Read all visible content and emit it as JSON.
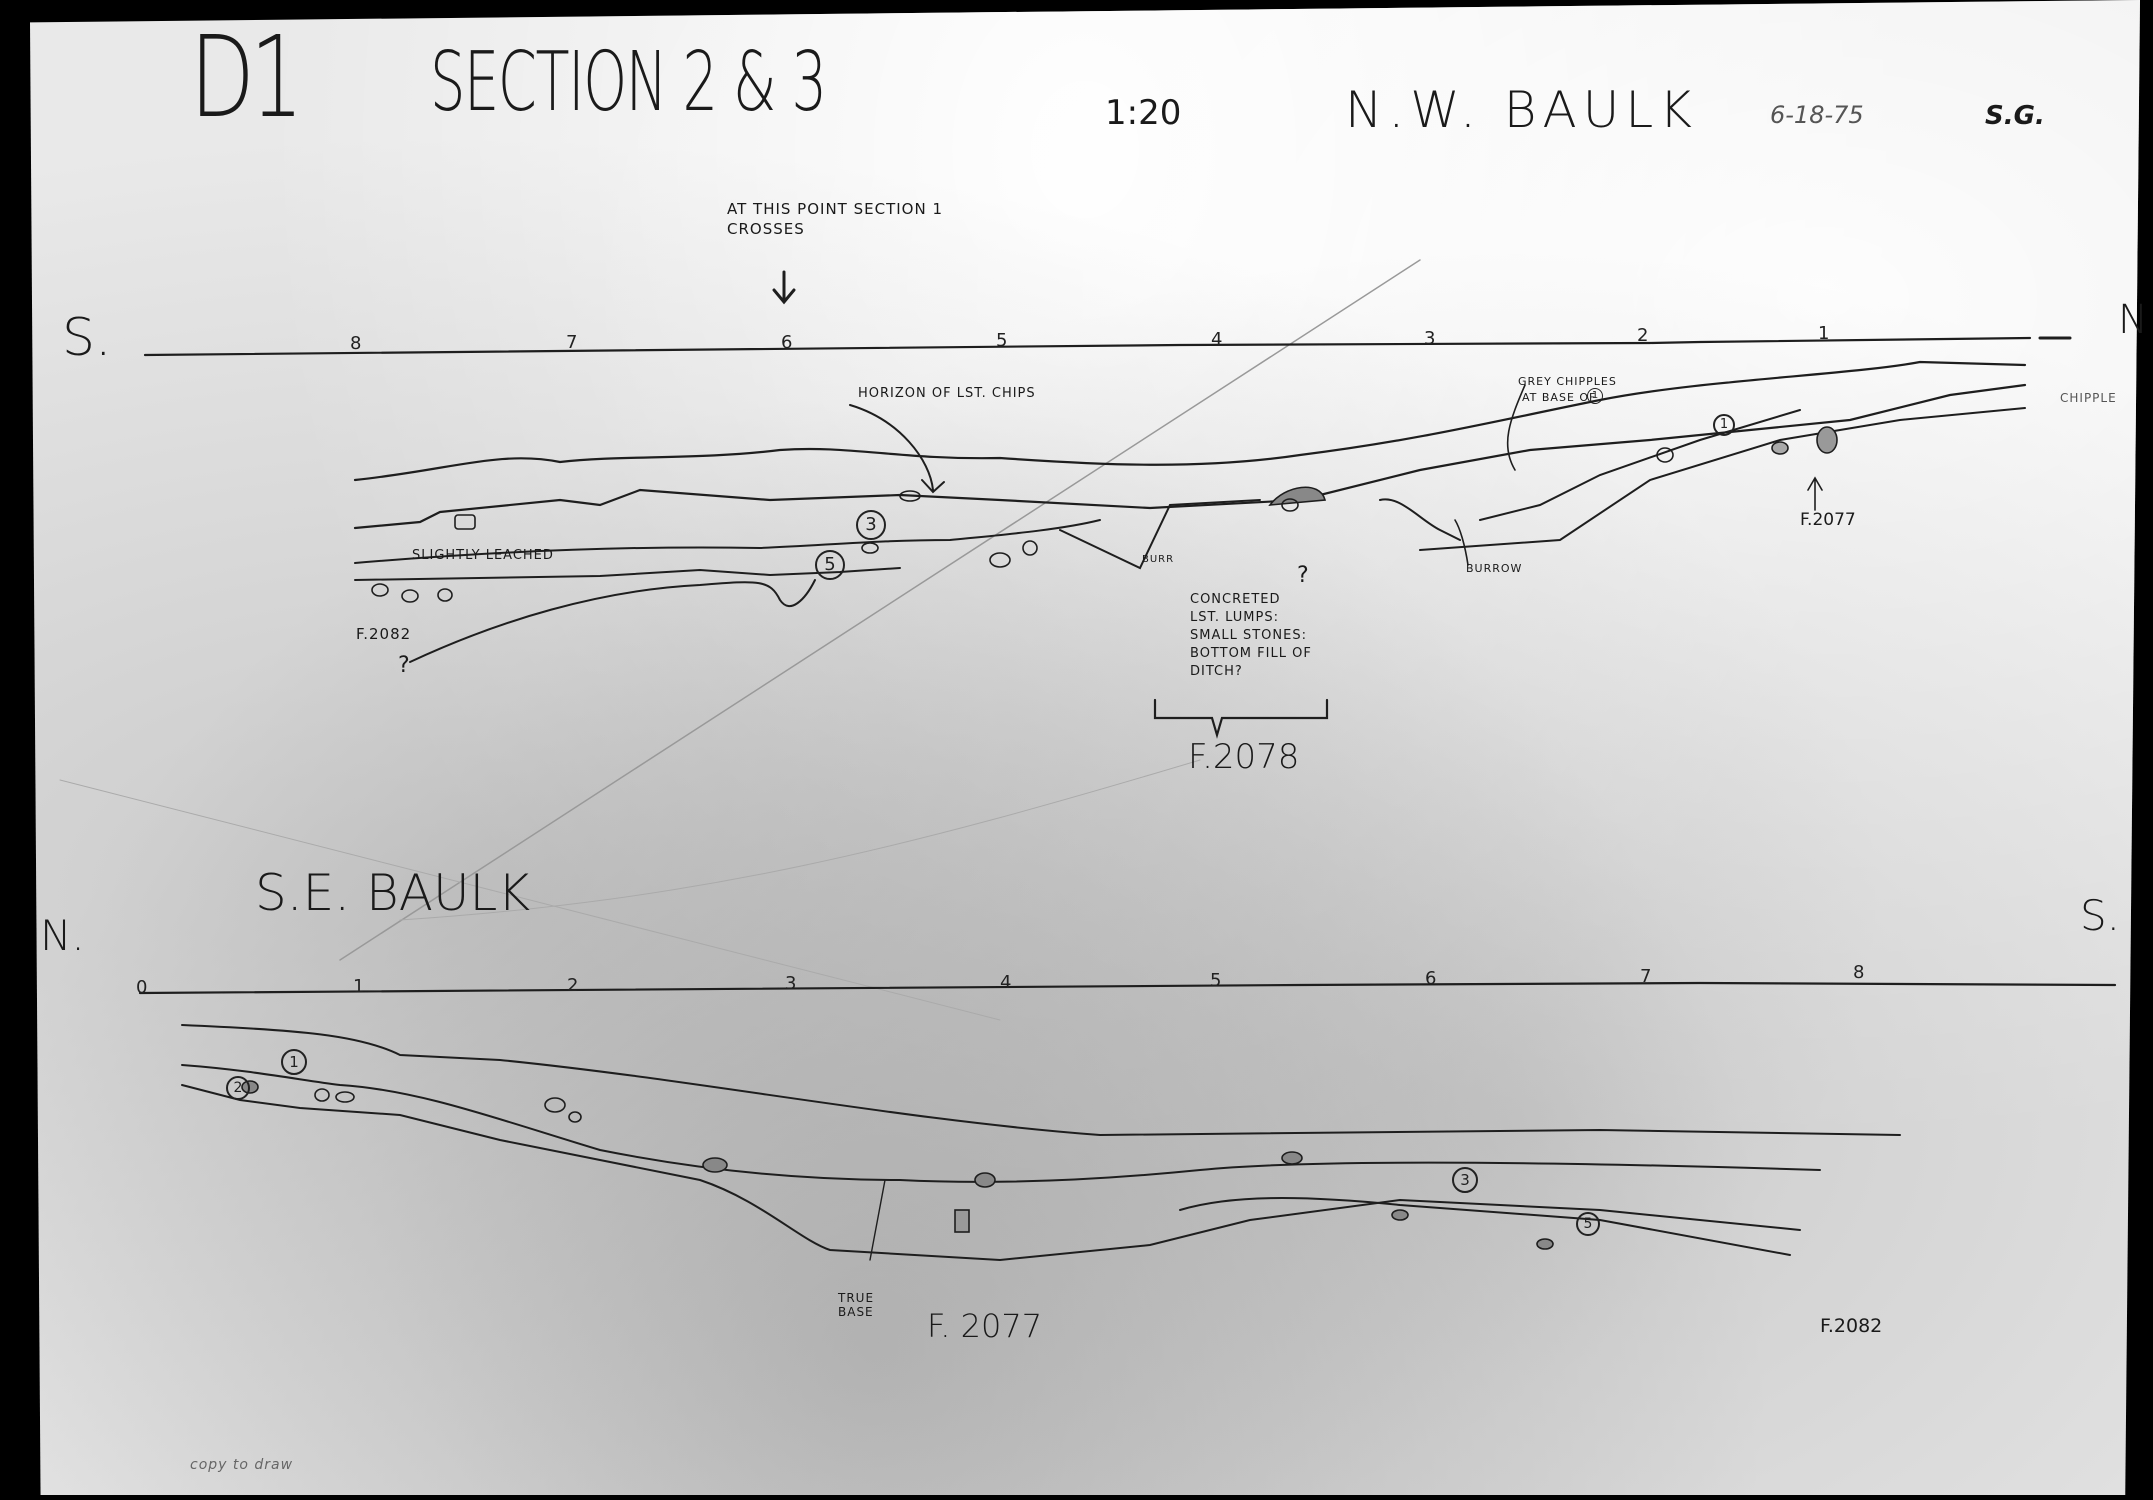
{
  "title": {
    "trench": "D1",
    "section": "SECTION 2 & 3",
    "scale": "1:20",
    "baulk": "N.W. BAULK",
    "date": "6-18-75",
    "initials": "S.G."
  },
  "section_top": {
    "label": "N.W. BAULK",
    "left_compass": "S.",
    "right_compass": "N",
    "ticks": [
      "8",
      "7",
      "6",
      "5",
      "4",
      "3",
      "2",
      "1"
    ],
    "crossing_note": [
      "AT THIS POINT SECTION 1",
      "CROSSES"
    ],
    "annotations": {
      "horizon": "HORIZON OF LST. CHIPS",
      "grey_chipples": [
        "GREY CHIPPLES",
        "AT BASE OF"
      ],
      "grey_chipples_ref": "1",
      "chipple_edge": "CHIPPLE",
      "slightly_leached": "SLIGHTLY LEACHED",
      "burrow_left": "BURR",
      "burrow": "BURROW",
      "concreted": [
        "CONCRETED",
        "LST. LUMPS:",
        "SMALL STONES:",
        "BOTTOM FILL OF",
        "DITCH?"
      ],
      "question_marks": [
        "?",
        "?"
      ]
    },
    "features": [
      "F.2082",
      "F.2078",
      "F.2077"
    ],
    "layers": [
      "1",
      "3",
      "5"
    ]
  },
  "section_bottom": {
    "label": "S.E. BAULK",
    "left_compass": "N.",
    "right_compass": "S.",
    "ticks": [
      "0",
      "1",
      "2",
      "3",
      "4",
      "5",
      "6",
      "7",
      "8"
    ],
    "annotations": {
      "true_base": [
        "TRUE",
        "BASE"
      ]
    },
    "features": [
      "F. 2077",
      "F.2082"
    ],
    "layers": [
      "1",
      "2",
      "3",
      "5"
    ]
  },
  "footer": {
    "faint_note": "copy to draw"
  }
}
